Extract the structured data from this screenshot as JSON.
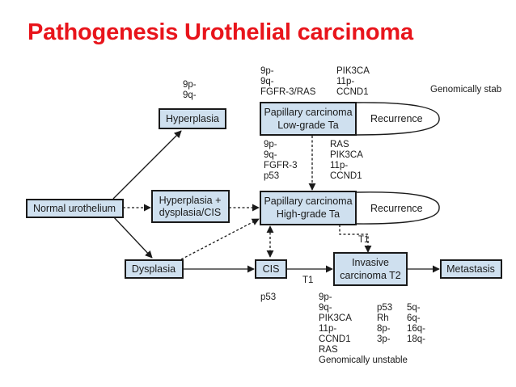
{
  "title": "Pathogenesis Urothelial carcinoma",
  "nodes": {
    "normal": "Normal urothelium",
    "hyperplasia": "Hyperplasia",
    "hyper_dysplasia": [
      "Hyperplasia +",
      "dysplasia/CIS"
    ],
    "dysplasia": "Dysplasia",
    "cis": "CIS",
    "papillary_low": [
      "Papillary carcinoma",
      "Low-grade Ta"
    ],
    "papillary_high": [
      "Papillary carcinoma",
      "High-grade Ta"
    ],
    "invasive": [
      "Invasive",
      "carcinoma T2"
    ],
    "metastasis": "Metastasis",
    "recurrence_low": "Recurrence",
    "recurrence_high": "Recurrence"
  },
  "edge_labels": {
    "t1_cis": "T1",
    "t1_high": "T1"
  },
  "annotations": {
    "hyperplasia": [
      "9p-",
      "9q-"
    ],
    "low_grade_left": [
      "9p-",
      "9q-",
      "FGFR-3/RAS"
    ],
    "low_grade_right": [
      "PIK3CA",
      "11p-",
      "CCND1"
    ],
    "genomically_stable": "Genomically stab",
    "high_left": [
      "9p-",
      "9q-",
      "FGFR-3",
      "p53"
    ],
    "high_right": [
      "RAS",
      "PIK3CA",
      "11p-",
      "CCND1"
    ],
    "cis": "p53",
    "invasive_col1": [
      "9p-",
      "9q-",
      "PIK3CA",
      "11p-",
      "CCND1",
      "RAS",
      "Genomically unstable"
    ],
    "invasive_col2": [
      "p53",
      "Rh",
      "8p-",
      "3p-"
    ],
    "invasive_col3": [
      "5q-",
      "6q-",
      "16q-",
      "18q-"
    ]
  }
}
